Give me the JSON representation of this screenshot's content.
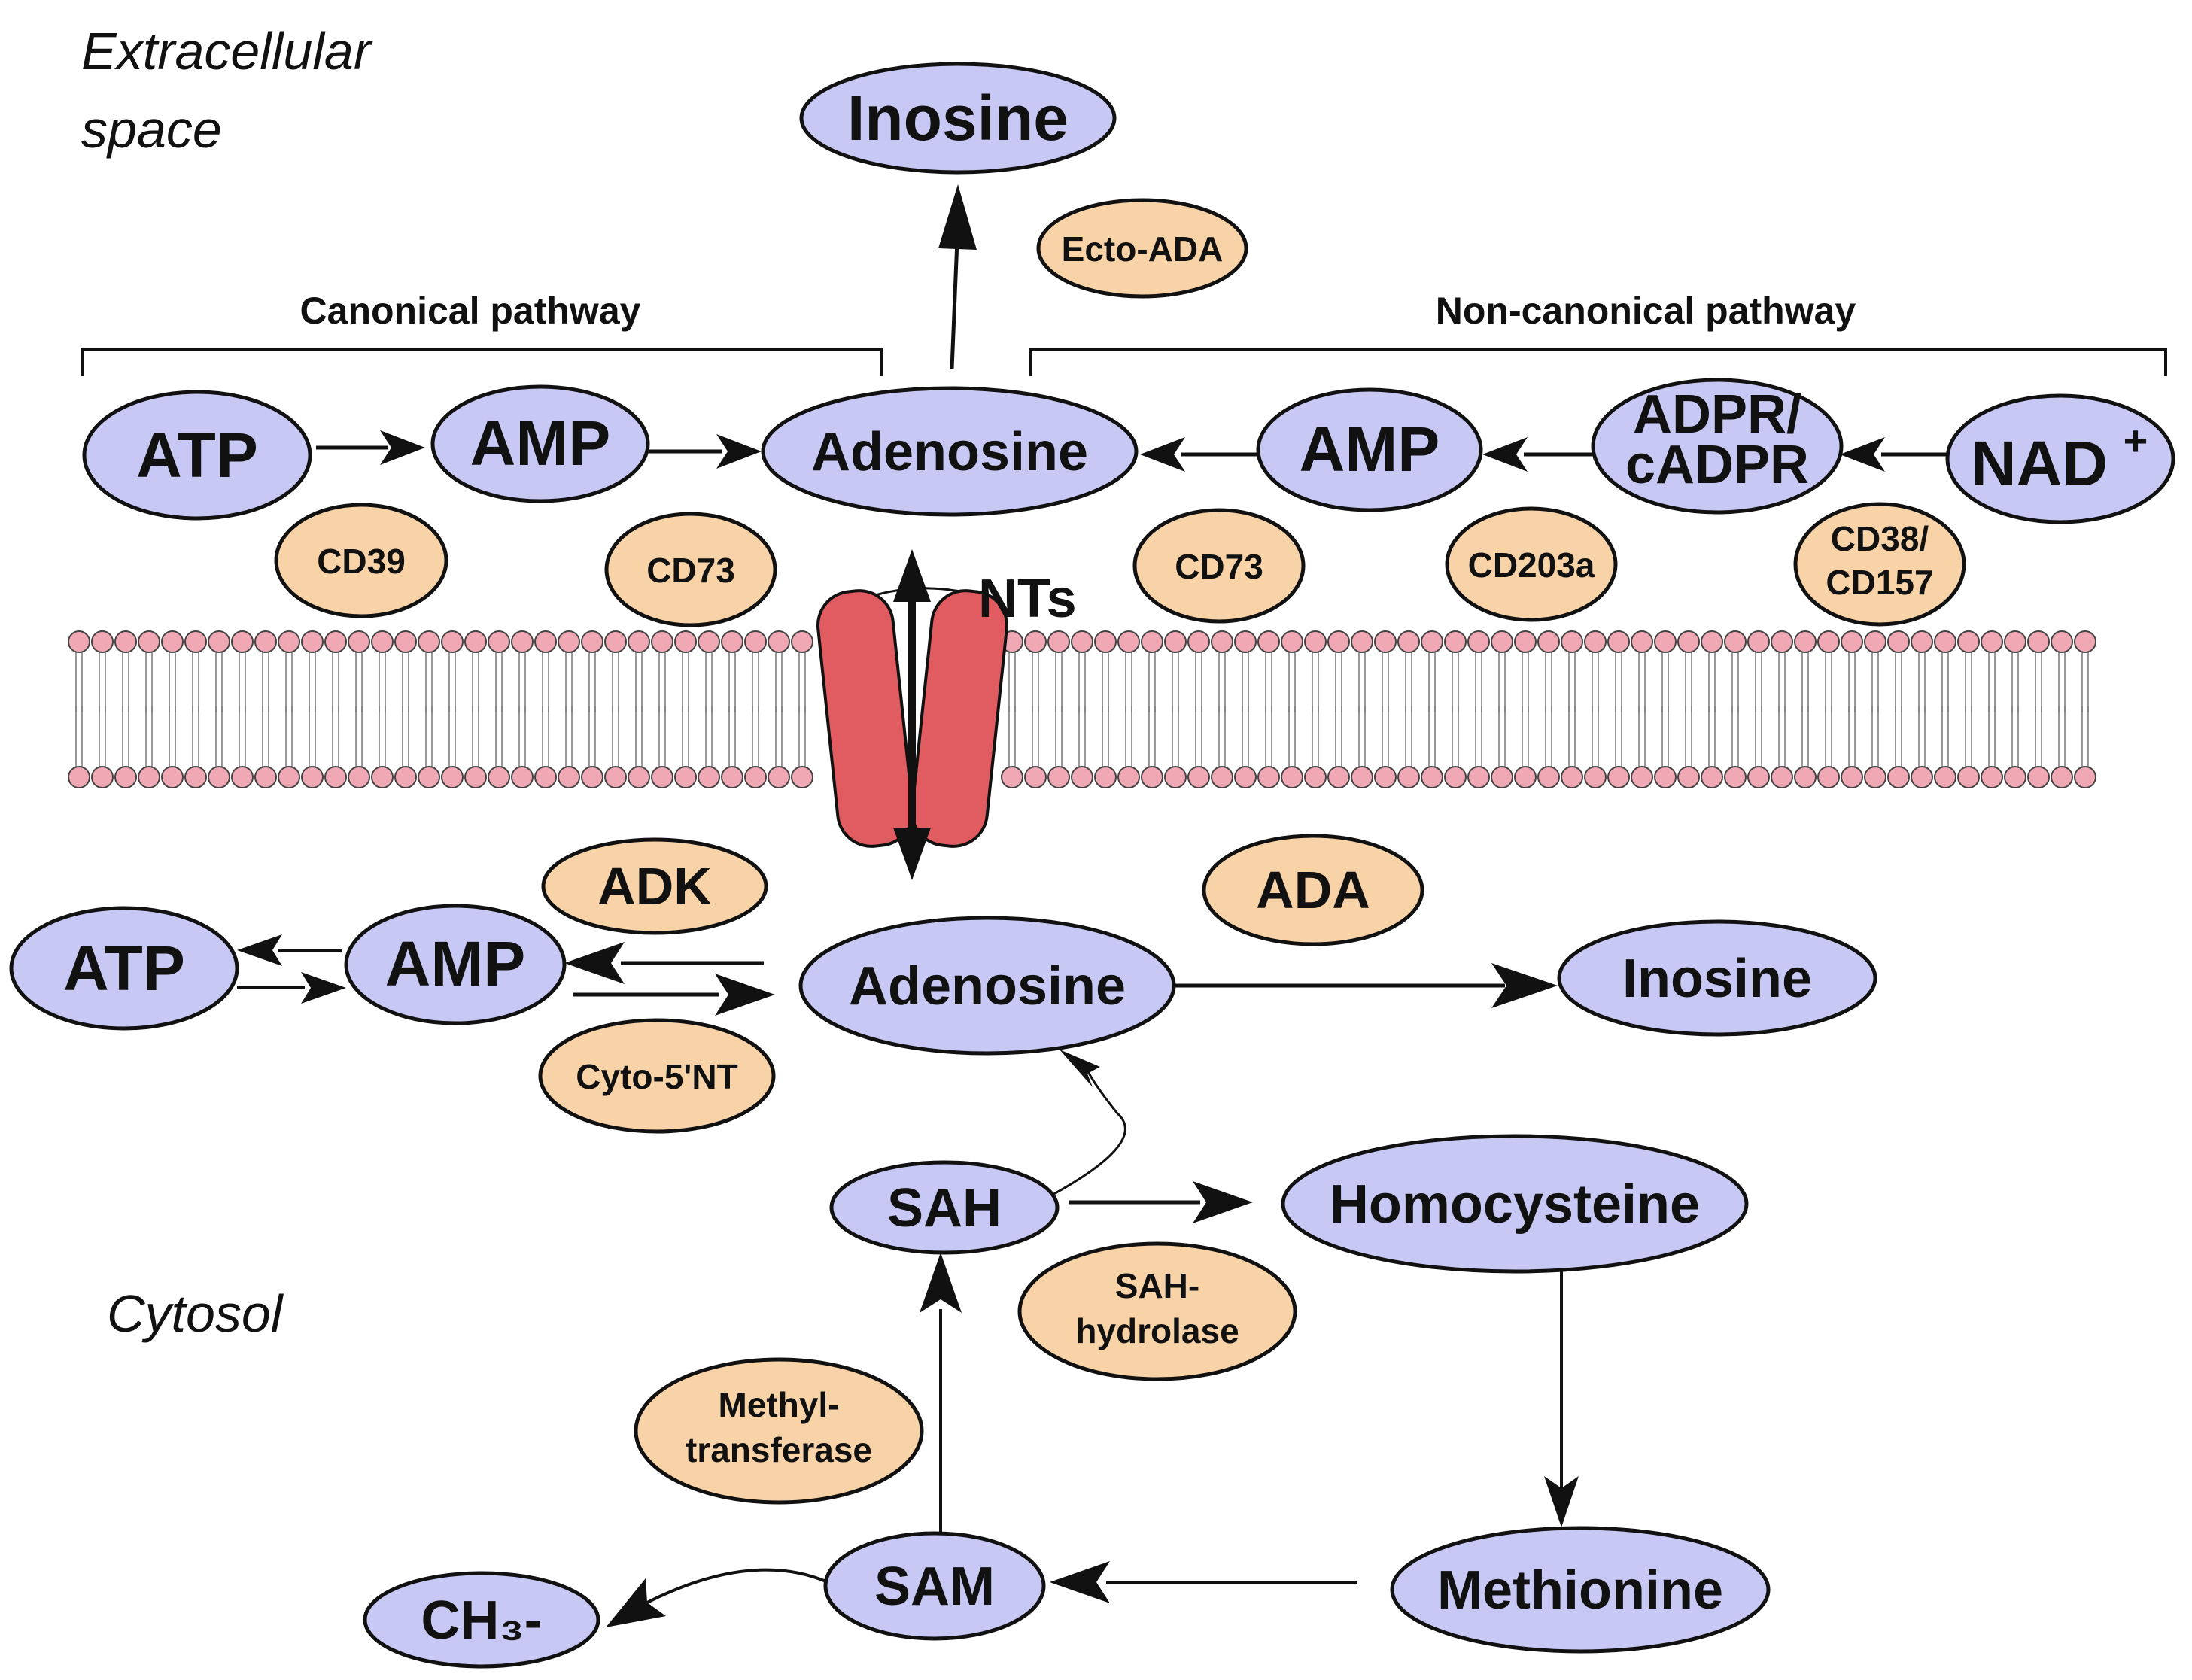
{
  "regions": {
    "extracellular": [
      "Extracellular",
      "space"
    ],
    "cytosol": "Cytosol"
  },
  "pathways": {
    "canonical": "Canonical pathway",
    "noncanonical": "Non-canonical pathway"
  },
  "extracellular": {
    "atp": "ATP",
    "amp_canonical": "AMP",
    "adenosine": "Adenosine",
    "inosine": "Inosine",
    "amp_noncanonical": "AMP",
    "adpr": [
      "ADPR/",
      "cADPR"
    ],
    "nad": "NAD",
    "nad_sup": "+",
    "enzymes": {
      "ecto_ada": "Ecto-ADA",
      "cd39": "CD39",
      "cd73_canonical": "CD73",
      "cd73_noncanonical": "CD73",
      "cd203a": "CD203a",
      "cd38": [
        "CD38/",
        "CD157"
      ]
    }
  },
  "transporter": "NTs",
  "cytosol": {
    "atp": "ATP",
    "amp": "AMP",
    "adenosine": "Adenosine",
    "inosine": "Inosine",
    "sah": "SAH",
    "homocysteine": "Homocysteine",
    "methionine": "Methionine",
    "sam": "SAM",
    "ch3": "CH₃-",
    "enzymes": {
      "adk": "ADK",
      "ada": "ADA",
      "cyto5nt": "Cyto-5'NT",
      "sah_hydrolase": [
        "SAH-",
        "hydrolase"
      ],
      "methyltransferase": [
        "Methyl-",
        "transferase"
      ]
    }
  },
  "colors": {
    "metabolite": "#c7c8f4",
    "enzyme": "#f8d3a8",
    "membrane_head": "#f0a8b4",
    "transporter": "#e05c60"
  }
}
